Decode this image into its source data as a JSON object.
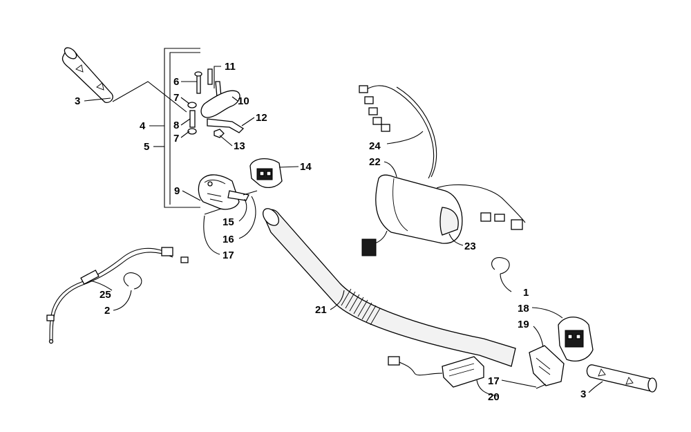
{
  "callouts": [
    "1",
    "2",
    "3",
    "3",
    "4",
    "5",
    "6",
    "7",
    "7",
    "8",
    "9",
    "10",
    "11",
    "12",
    "13",
    "14",
    "15",
    "16",
    "17",
    "17",
    "18",
    "19",
    "20",
    "21",
    "22",
    "23",
    "24",
    "25"
  ]
}
